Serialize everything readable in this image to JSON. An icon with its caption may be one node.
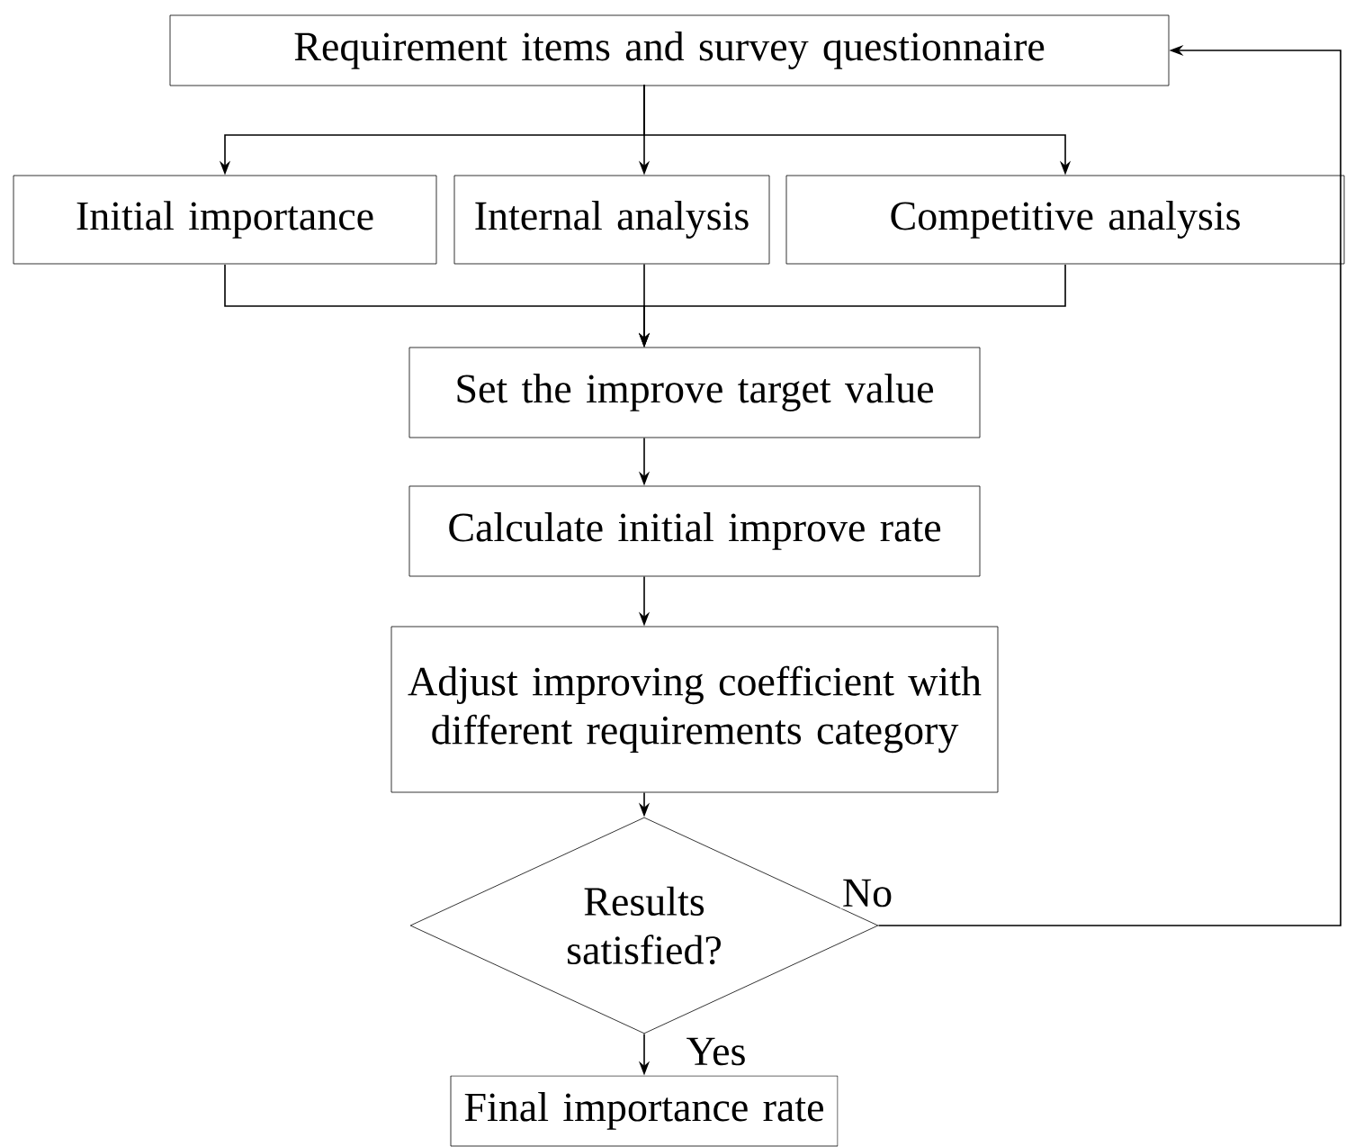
{
  "diagram": {
    "nodes": [
      {
        "text": [
          "Requirement items and survey questionnaire"
        ]
      },
      {
        "text": [
          "Initial importance"
        ]
      },
      {
        "text": [
          "Internal analysis"
        ]
      },
      {
        "text": [
          "Competitive analysis"
        ]
      },
      {
        "text": [
          "Set the improve target value"
        ]
      },
      {
        "text": [
          "Calculate initial improve rate"
        ]
      },
      {
        "text": [
          "Adjust improving coefficient with different requirements category"
        ]
      },
      {
        "text": [
          "Results satisfied?"
        ]
      },
      {
        "text": [
          "Final importance rate"
        ]
      }
    ],
    "edges": [
      {
        "from": 0,
        "to": 1,
        "arrow": "to"
      },
      {
        "from": 0,
        "to": 2,
        "arrow": "to"
      },
      {
        "from": 0,
        "to": 3,
        "arrow": "to"
      },
      {
        "from": 1,
        "to": 4,
        "arrow": "to"
      },
      {
        "from": 2,
        "to": 4,
        "arrow": "to"
      },
      {
        "from": 3,
        "to": 4,
        "arrow": "to"
      },
      {
        "from": 4,
        "to": 5,
        "arrow": "to"
      },
      {
        "from": 5,
        "to": 6,
        "arrow": "to"
      },
      {
        "from": 6,
        "to": 7,
        "arrow": "to"
      },
      {
        "from": 7,
        "to": 8,
        "label": "Yes",
        "arrow": "to"
      },
      {
        "from": 7,
        "to": 0,
        "label": "No",
        "arrow": "to"
      }
    ]
  }
}
